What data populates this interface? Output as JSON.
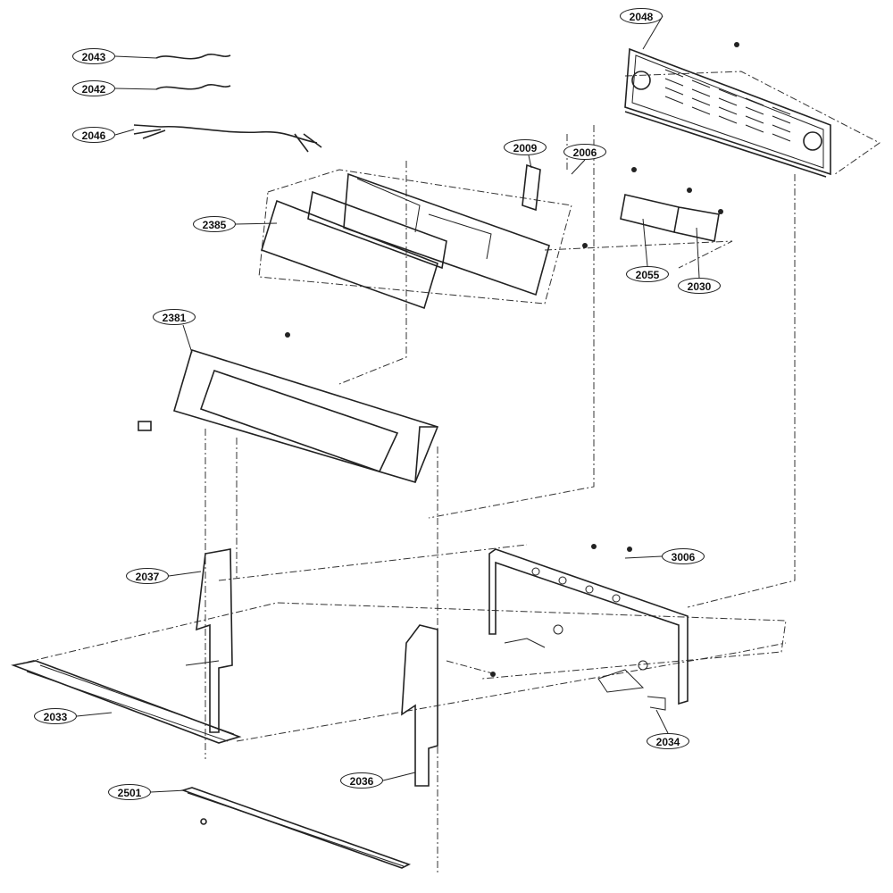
{
  "diagram": {
    "line_color": "#222222",
    "background": "#ffffff",
    "parts": [
      {
        "id": "p2048",
        "label": "2048"
      },
      {
        "id": "p2043",
        "label": "2043"
      },
      {
        "id": "p2042",
        "label": "2042"
      },
      {
        "id": "p2046",
        "label": "2046"
      },
      {
        "id": "p2009",
        "label": "2009"
      },
      {
        "id": "p2006",
        "label": "2006"
      },
      {
        "id": "p2385",
        "label": "2385"
      },
      {
        "id": "p2055",
        "label": "2055"
      },
      {
        "id": "p2030",
        "label": "2030"
      },
      {
        "id": "p2381",
        "label": "2381"
      },
      {
        "id": "p3006",
        "label": "3006"
      },
      {
        "id": "p2037",
        "label": "2037"
      },
      {
        "id": "p2033",
        "label": "2033"
      },
      {
        "id": "p2034",
        "label": "2034"
      },
      {
        "id": "p2036",
        "label": "2036"
      },
      {
        "id": "p2501",
        "label": "2501"
      }
    ]
  }
}
